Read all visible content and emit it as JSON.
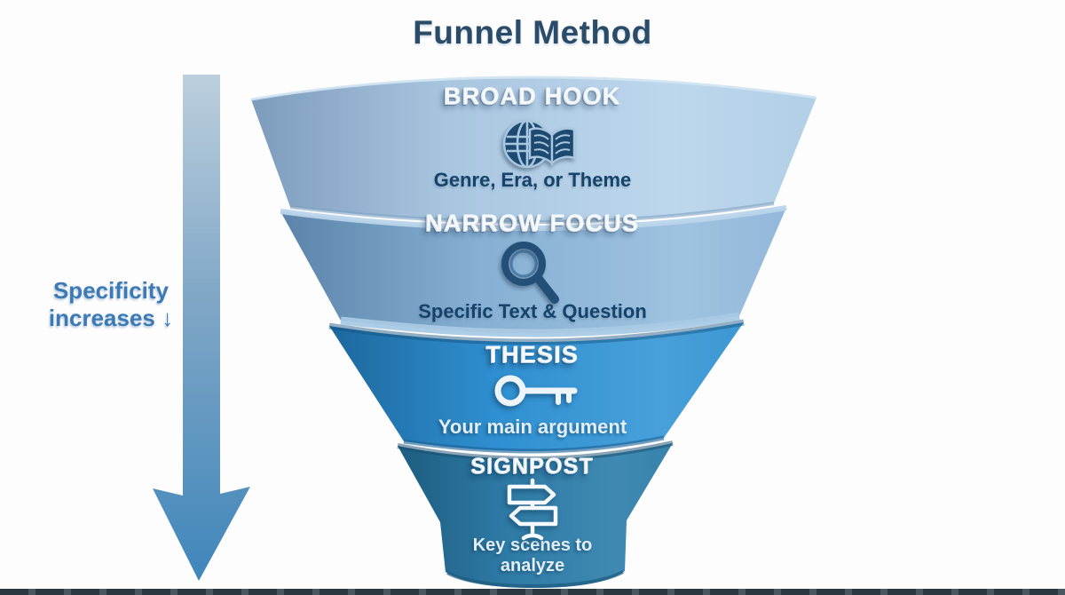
{
  "title": "Funnel Method",
  "side_label": {
    "line1": "Specificity",
    "line2": "increases ↓"
  },
  "tiers": [
    {
      "label": "BROAD HOOK",
      "sublabel": "Genre, Era, or Theme",
      "icon": "globe-book-icon",
      "fill": "#a9c6e0"
    },
    {
      "label": "NARROW FOCUS",
      "sublabel": "Specific Text & Question",
      "icon": "magnifying-glass-icon",
      "fill": "#86b0d4"
    },
    {
      "label": "THESIS",
      "sublabel": "Your main argument",
      "icon": "key-icon",
      "fill": "#2f8fd0"
    },
    {
      "label": "SIGNPOST",
      "sublabel": "Key scenes to analyze",
      "icon": "signpost-icon",
      "fill": "#2e7ba6"
    }
  ],
  "colors": {
    "background": "#fdfdfe",
    "title_text": "#2a4c69",
    "side_label_text": "#3b7ab6",
    "dark_sublabel_text": "#16436a",
    "light_text": "#f5f9fc",
    "icon_dark": "#1d4a70",
    "arrow_top": "#b7cadb",
    "arrow_bottom": "#3f86bb",
    "bottom_strip": "#2c3841"
  }
}
